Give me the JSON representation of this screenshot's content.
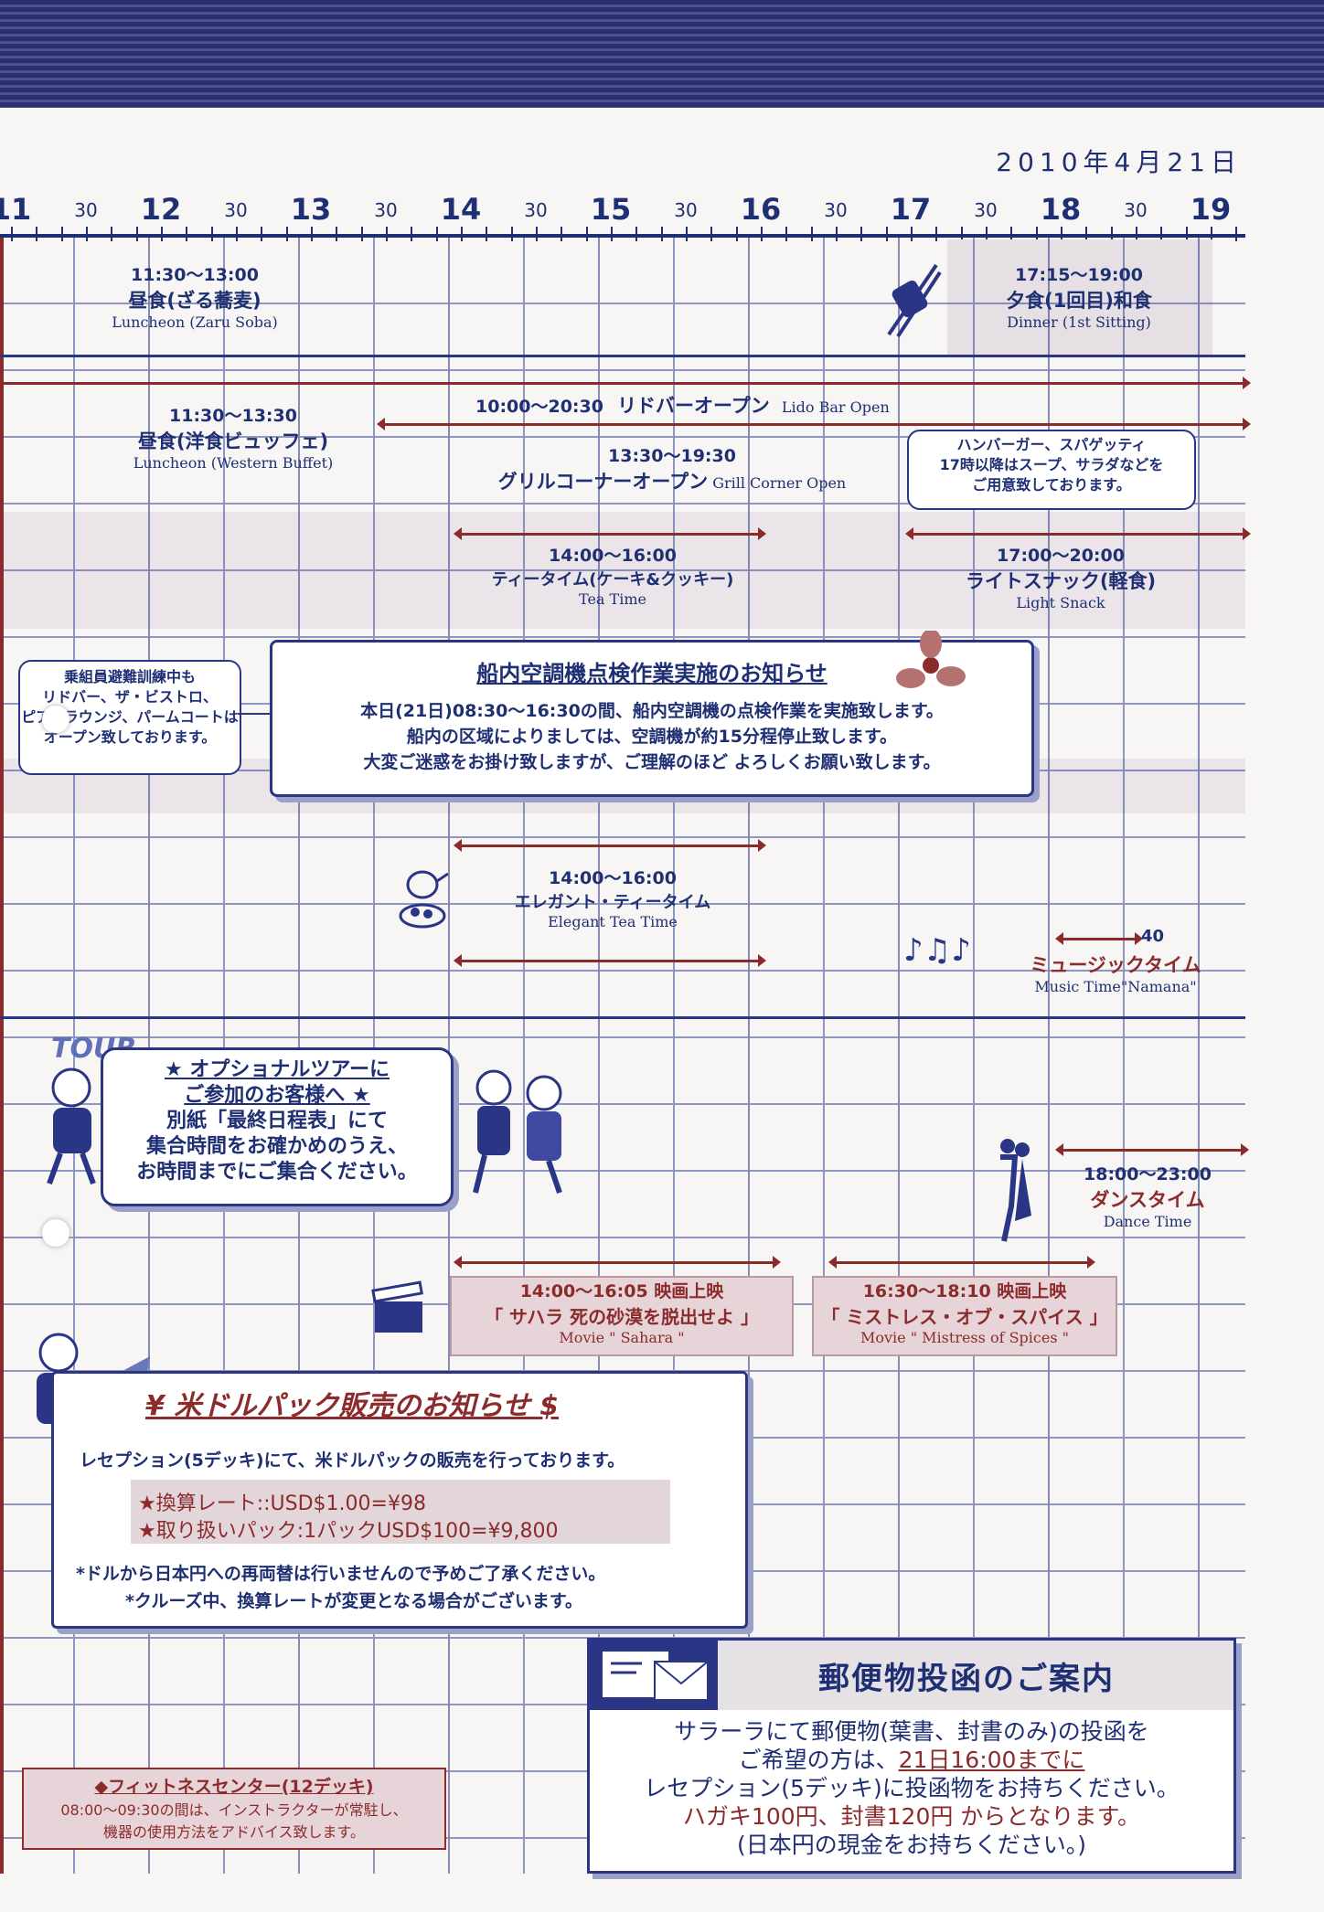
{
  "date": "2010年4月21日",
  "timeline": {
    "hours": [
      "11",
      "12",
      "13",
      "14",
      "15",
      "16",
      "17",
      "18",
      "19"
    ],
    "half_label": "30"
  },
  "events": {
    "lunch_zaru": {
      "time": "11:30〜13:00",
      "jp": "昼食(ざる蕎麦)",
      "en": "Luncheon (Zaru Soba)"
    },
    "dinner": {
      "time": "17:15〜19:00",
      "jp": "夕食(1回目)和食",
      "en": "Dinner (1st Sitting)"
    },
    "lido": {
      "time": "10:00〜20:30",
      "jp": "リドバーオープン",
      "en": "Lido Bar Open"
    },
    "lunch_buffet": {
      "time": "11:30〜13:30",
      "jp": "昼食(洋食ビュッフェ)",
      "en": "Luncheon (Western Buffet)"
    },
    "grill": {
      "time": "13:30〜19:30",
      "jp": "グリルコーナーオープン",
      "en": "Grill Corner Open"
    },
    "grill_note": [
      "ハンバーガー、スパゲッティ",
      "17時以降はスープ、サラダなどを",
      "ご用意致しております。"
    ],
    "tea": {
      "time": "14:00〜16:00",
      "jp": "ティータイム(ケーキ&クッキー)",
      "en": "Tea Time"
    },
    "snack": {
      "time": "17:00〜20:00",
      "jp": "ライトスナック(軽食)",
      "en": "Light Snack"
    },
    "crew_note": [
      "乗組員避難訓練中も",
      "リドバー、ザ・ビストロ、",
      "ピアノラウンジ、パームコートは",
      "オープン致しております。"
    ],
    "elegant": {
      "time": "14:00〜16:00",
      "jp": "エレガント・ティータイム",
      "en": "Elegant Tea Time"
    },
    "music": {
      "time": "40",
      "jp": "ミュージックタイム",
      "en": "Music Time\"Namana\""
    },
    "dance": {
      "time": "18:00〜23:00",
      "jp": "ダンスタイム",
      "en": "Dance Time"
    },
    "movie1": {
      "time": "14:00〜16:05 映画上映",
      "jp": "「 サハラ 死の砂漠を脱出せよ 」",
      "en": "Movie \" Sahara \""
    },
    "movie2": {
      "time": "16:30〜18:10 映画上映",
      "jp": "「 ミストレス・オブ・スパイス 」",
      "en": "Movie \" Mistress of Spices \""
    }
  },
  "notice_ac": {
    "title": "船内空調機点検作業実施のお知らせ",
    "lines": [
      "本日(21日)08:30〜16:30の間、船内空調機の点検作業を実施致します。",
      "船内の区域によりましては、空調機が約15分程停止致します。",
      "大変ご迷惑をお掛け致しますが、ご理解のほど よろしくお願い致します。"
    ]
  },
  "tour": {
    "logo": "TOUR",
    "lines": [
      "★ オプショナルツアーに",
      "ご参加のお客様へ ★",
      "別紙「最終日程表」にて",
      "集合時間をお確かめのうえ、",
      "お時間までにご集合ください。"
    ]
  },
  "usd": {
    "title": "¥ 米ドルパック販売のお知らせ $",
    "intro": "レセプション(5デッキ)にて、米ドルパックの販売を行っております。",
    "rate1": "★換算レート::USD$1.00=¥98",
    "rate2": "★取り扱いパック:1パックUSD$100=¥9,800",
    "note1": "*ドルから日本円への再両替は行いませんので予めご了承ください。",
    "note2": "*クルーズ中、換算レートが変更となる場合がございます。"
  },
  "fitness": {
    "title": "◆フィットネスセンター(12デッキ)",
    "lines": [
      "08:00〜09:30の間は、インストラクターが常駐し、",
      "機器の使用方法をアドバイス致します。"
    ]
  },
  "mail": {
    "title": "郵便物投函のご案内",
    "line1": "サラーラにて郵便物(葉書、封書のみ)の投函を",
    "line2a": "ご希望の方は、",
    "line2b": "21日16:00までに",
    "line3": "レセプション(5デッキ)に投函物をお持ちください。",
    "line4": "ハガキ100円、封書120円 からとなります。",
    "line5": "(日本円の現金をお持ちください。)"
  },
  "colors": {
    "navy": "#1f2f73",
    "maroon": "#8b2b2b",
    "shade": "#e6dfe4"
  }
}
